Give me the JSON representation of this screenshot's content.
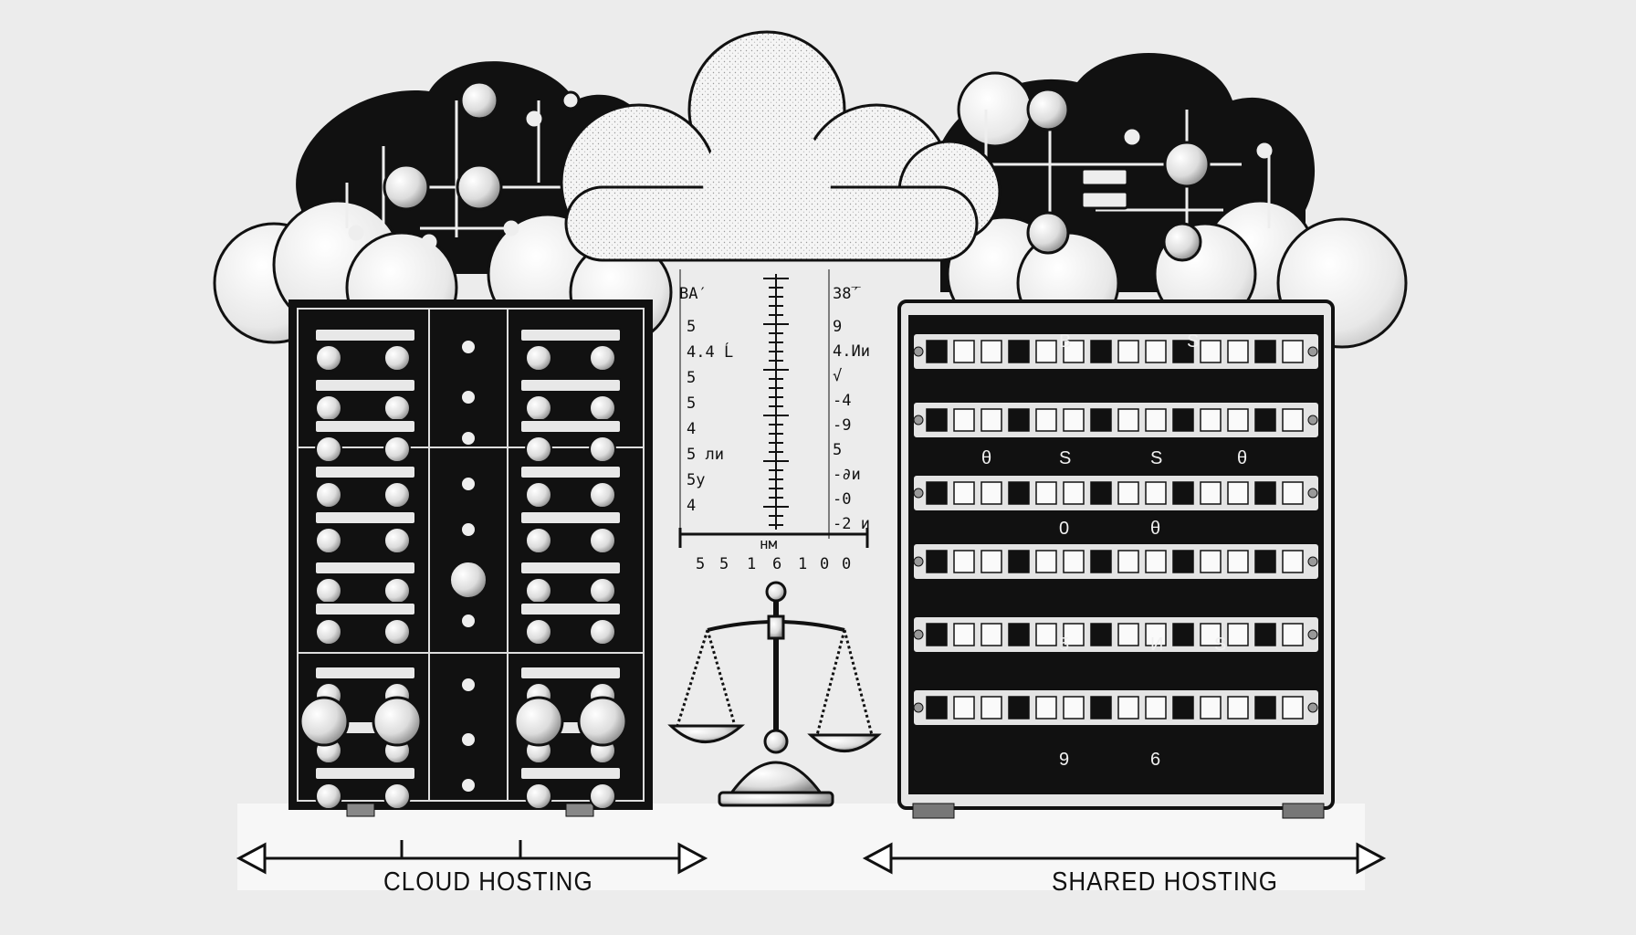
{
  "labels": {
    "left_caption": "CLOUD HOSTING",
    "right_caption": "SHARED HOSTING"
  },
  "gauge": {
    "top_left": "BA′",
    "top_right": "38̅′",
    "left_marks": [
      "5",
      "4.4 Ĺ",
      "5",
      "5",
      "4",
      "5 ли",
      "5у",
      "4"
    ],
    "right_marks": [
      "9",
      "4.Ии",
      "√",
      "-4",
      "-9",
      "5",
      "-∂и",
      "-0",
      "-2 и"
    ],
    "center_label": "нм",
    "bottom_marks": [
      "5",
      "5",
      "1",
      "6",
      "1",
      "0",
      "0"
    ]
  },
  "server_right_digits": [
    "B",
    "S",
    "θ",
    "S",
    "S",
    "θ",
    "0",
    "θ",
    "5",
    "И",
    "S",
    "9",
    "6"
  ],
  "icons": [
    "cloud-icon",
    "network-node-icon",
    "server-rack-icon",
    "balance-scale-icon",
    "double-arrow-icon"
  ],
  "colors": {
    "ink": "#111111",
    "paper": "#ececec",
    "cloud": "#f4f4f4"
  }
}
